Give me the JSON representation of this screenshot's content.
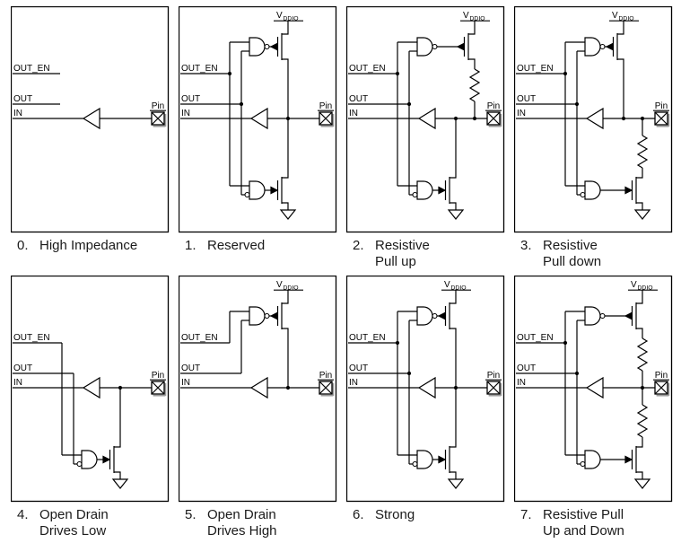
{
  "colors": {
    "line": "#000000",
    "pin_shadow": "#9a9a9a",
    "background": "#ffffff"
  },
  "labels": {
    "out_en": "OUT_EN",
    "out": "OUT",
    "in": "IN",
    "pin": "Pin",
    "vddio_v": "V",
    "vddio_sub": "DDIO"
  },
  "cells": [
    {
      "name": "high-impedance",
      "caption": {
        "num": "0.",
        "line1": "High Impedance",
        "line2": ""
      },
      "components": {
        "input_buffer": true,
        "pin": true,
        "vddio": false,
        "top_driver": false,
        "bottom_driver": false,
        "pullup_resistor": false,
        "pulldown_resistor": false,
        "ground": false,
        "routing": "stub"
      }
    },
    {
      "name": "reserved",
      "caption": {
        "num": "1.",
        "line1": "Reserved",
        "line2": ""
      },
      "components": {
        "input_buffer": true,
        "pin": true,
        "vddio": true,
        "top_driver": true,
        "bottom_driver": true,
        "pullup_resistor": false,
        "pulldown_resistor": false,
        "ground": true,
        "routing": "bus"
      }
    },
    {
      "name": "resistive-pull-up",
      "caption": {
        "num": "2.",
        "line1": "Resistive",
        "line2": "Pull up"
      },
      "components": {
        "input_buffer": true,
        "pin": true,
        "vddio": true,
        "top_driver": true,
        "bottom_driver": true,
        "pullup_resistor": true,
        "pulldown_resistor": false,
        "ground": true,
        "routing": "bus"
      }
    },
    {
      "name": "resistive-pull-down",
      "caption": {
        "num": "3.",
        "line1": "Resistive",
        "line2": "Pull down"
      },
      "components": {
        "input_buffer": true,
        "pin": true,
        "vddio": true,
        "top_driver": true,
        "bottom_driver": true,
        "pullup_resistor": false,
        "pulldown_resistor": true,
        "ground": true,
        "routing": "bus"
      }
    },
    {
      "name": "open-drain-drives-low",
      "caption": {
        "num": "4.",
        "line1": "Open Drain",
        "line2": "Drives Low"
      },
      "components": {
        "input_buffer": true,
        "pin": true,
        "vddio": false,
        "top_driver": false,
        "bottom_driver": true,
        "pullup_resistor": false,
        "pulldown_resistor": false,
        "ground": true,
        "routing": "down"
      }
    },
    {
      "name": "open-drain-drives-high",
      "caption": {
        "num": "5.",
        "line1": "Open Drain",
        "line2": "Drives High"
      },
      "components": {
        "input_buffer": true,
        "pin": true,
        "vddio": true,
        "top_driver": true,
        "bottom_driver": false,
        "pullup_resistor": false,
        "pulldown_resistor": false,
        "ground": false,
        "routing": "up"
      }
    },
    {
      "name": "strong",
      "caption": {
        "num": "6.",
        "line1": "Strong",
        "line2": ""
      },
      "components": {
        "input_buffer": true,
        "pin": true,
        "vddio": true,
        "top_driver": true,
        "bottom_driver": true,
        "pullup_resistor": false,
        "pulldown_resistor": false,
        "ground": true,
        "routing": "bus"
      }
    },
    {
      "name": "resistive-pull-up-and-down",
      "caption": {
        "num": "7.",
        "line1": "Resistive Pull",
        "line2": "Up and Down"
      },
      "components": {
        "input_buffer": true,
        "pin": true,
        "vddio": true,
        "top_driver": true,
        "bottom_driver": true,
        "pullup_resistor": true,
        "pulldown_resistor": true,
        "ground": true,
        "routing": "bus"
      }
    }
  ]
}
